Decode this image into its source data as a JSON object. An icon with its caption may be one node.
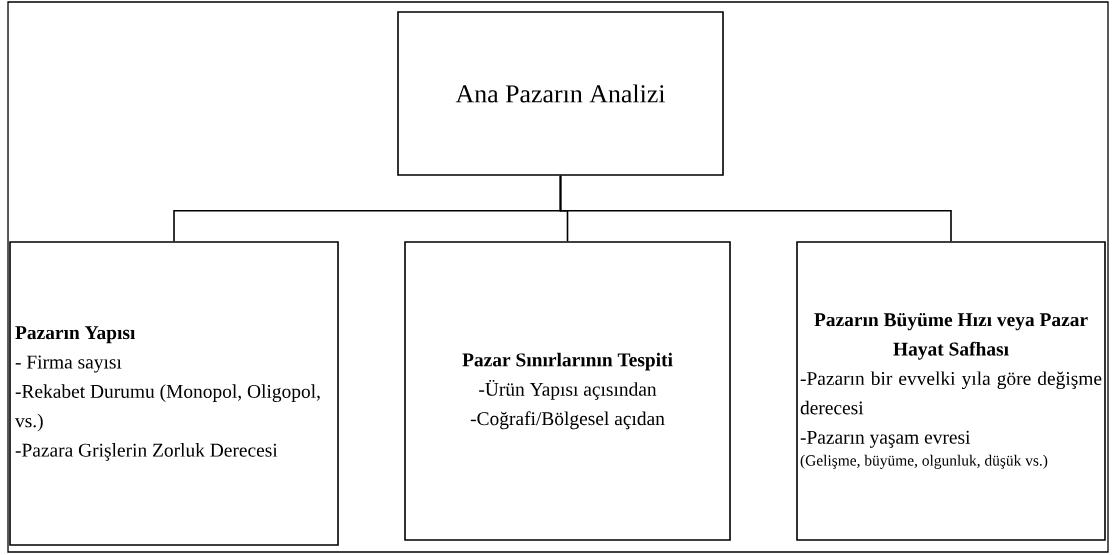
{
  "diagram": {
    "nodes": [
      {
        "text": [
          "Ana Pazarın Analizi"
        ]
      },
      {
        "text": [
          "Pazarın Yapısı",
          "- Firma sayısı",
          "-Rekabet Durumu (Monopol, Oligopol, vs.)",
          "-Pazara Grişlerin Zorluk Derecesi"
        ]
      },
      {
        "text": [
          "Pazar Sınırlarının Tespiti",
          "-Ürün Yapısı açısından",
          "-Coğrafi/Bölgesel açıdan"
        ]
      },
      {
        "text": [
          "Pazarın Büyüme Hızı veya Pazar Hayat Safhası",
          "-Pazarın bir evvelki yıla göre değişme derecesi",
          "-Pazarın yaşam evresi",
          "(Gelişme, büyüme, olgunluk, düşük vs.)"
        ]
      }
    ],
    "edges": [
      {
        "from": 0,
        "to": 1,
        "arrow": "none"
      },
      {
        "from": 0,
        "to": 2,
        "arrow": "none"
      },
      {
        "from": 0,
        "to": 3,
        "arrow": "none"
      }
    ]
  }
}
